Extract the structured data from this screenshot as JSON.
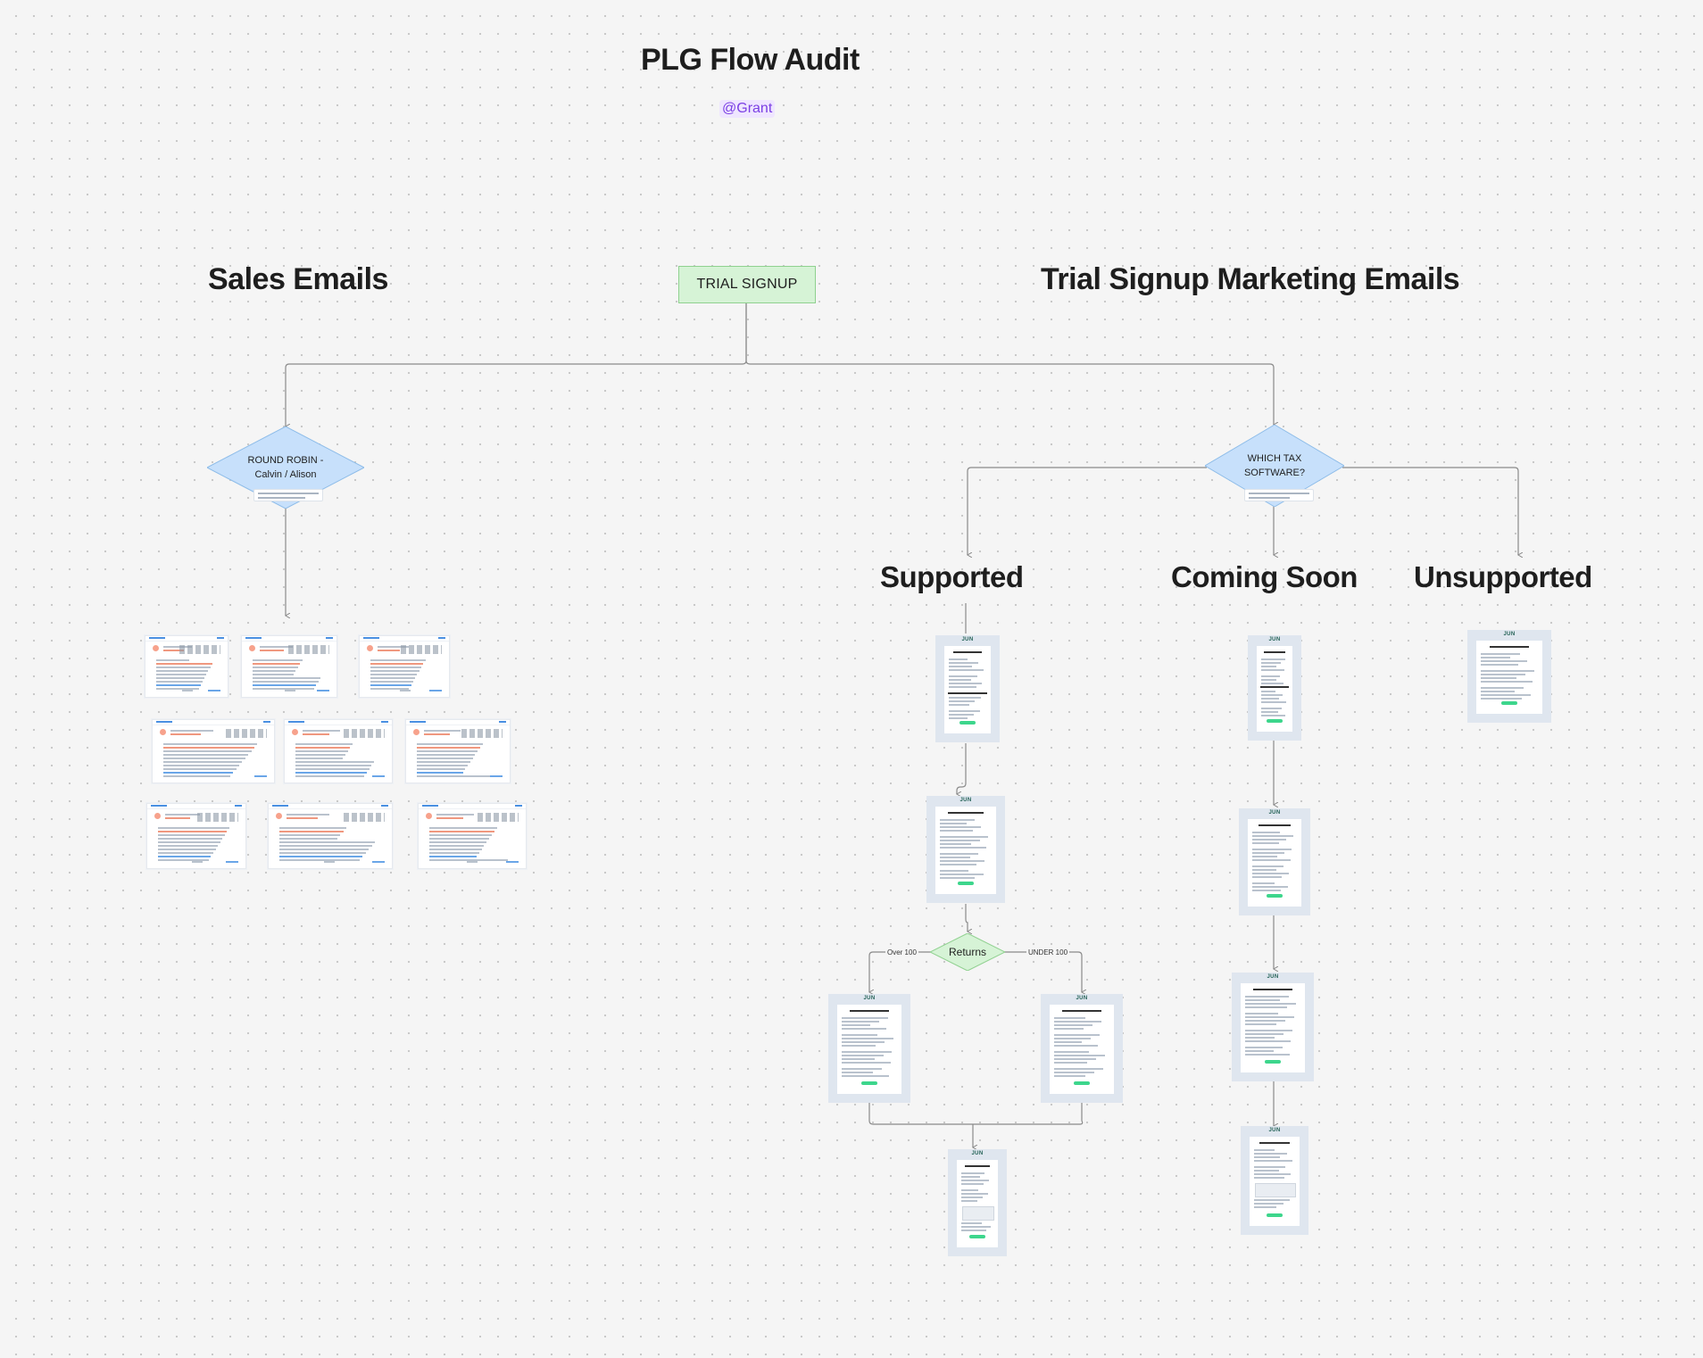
{
  "board": {
    "title": "PLG Flow Audit",
    "mention": "@Grant"
  },
  "headings": {
    "sales": "Sales Emails",
    "marketing": "Trial Signup Marketing Emails",
    "supported": "Supported",
    "coming_soon": "Coming Soon",
    "unsupported": "Unsupported"
  },
  "nodes": {
    "trial_signup": "TRIAL SIGNUP",
    "round_robin": {
      "line1": "ROUND ROBIN -",
      "line2": "Calvin / Alison"
    },
    "which_tax": {
      "line1": "WHICH TAX",
      "line2": "SOFTWARE?"
    },
    "returns": "Returns"
  },
  "connector_labels": {
    "over_100": "Over 100",
    "under_100": "UNDER 100"
  },
  "email_logo": "JUN",
  "colors": {
    "decision_fill": "#c7e0fb",
    "decision_stroke": "#8fbde9",
    "returns_fill": "#d6f3d6",
    "returns_stroke": "#8fd18f",
    "trial_fill": "#d6f3d6",
    "connector": "#8a8a8a",
    "mention": "#7b3fe4",
    "cta_green": "#3dd68c"
  }
}
